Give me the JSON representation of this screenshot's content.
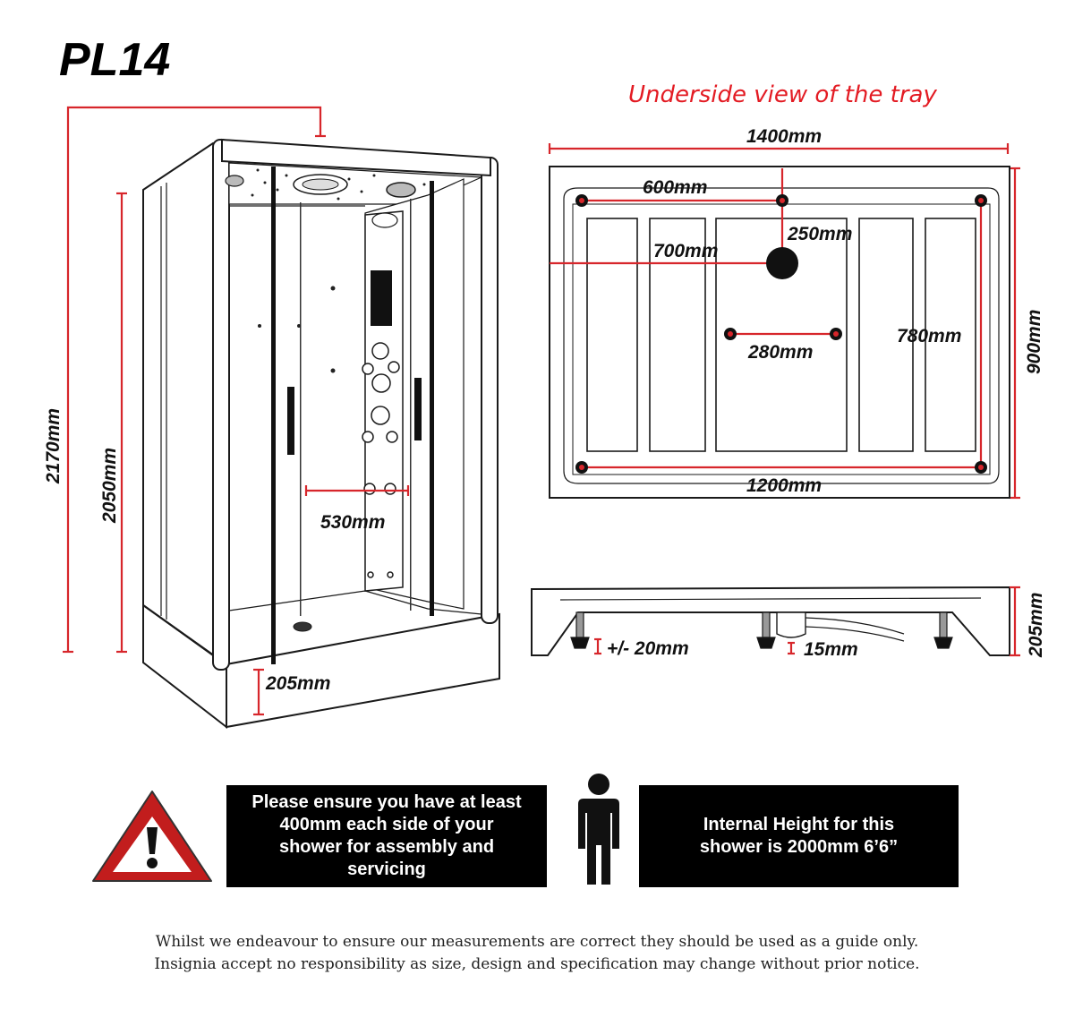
{
  "title": "PL14",
  "tray_caption": "Underside view of the tray",
  "cabin_dims": {
    "overall_height": "2170mm",
    "cabin_height": "2050mm",
    "jet_spacing": "530mm",
    "tray_height": "205mm"
  },
  "tray_underside_dims": {
    "length": "1400mm",
    "width": "900mm",
    "waste_from_side": "600mm",
    "waste_offset": "250mm",
    "waste_from_end": "700mm",
    "feet_inner_spacing": "280mm",
    "feet_width_spacing": "780mm",
    "feet_length_spacing": "1200mm"
  },
  "tray_side_dims": {
    "height": "205mm",
    "leg_adjust": "+/- 20mm",
    "waste_clearance": "15mm"
  },
  "notices": {
    "clearance": [
      "Please ensure you have at least",
      "400mm each side of your",
      "shower for assembly and",
      "servicing"
    ],
    "internal_height": [
      "Internal Height for this",
      "shower is 2000mm 6’6”"
    ]
  },
  "disclaimer": [
    "Whilst we endeavour to ensure our measurements are correct they should be used as a guide only.",
    "Insignia accept no responsibility as size, design and specification may change without prior notice."
  ],
  "colors": {
    "dimension_line": "#d7262b",
    "caption": "#e31b23",
    "notice_bg": "#000000"
  },
  "icons": [
    "warning-triangle-icon",
    "person-silhouette-icon"
  ]
}
